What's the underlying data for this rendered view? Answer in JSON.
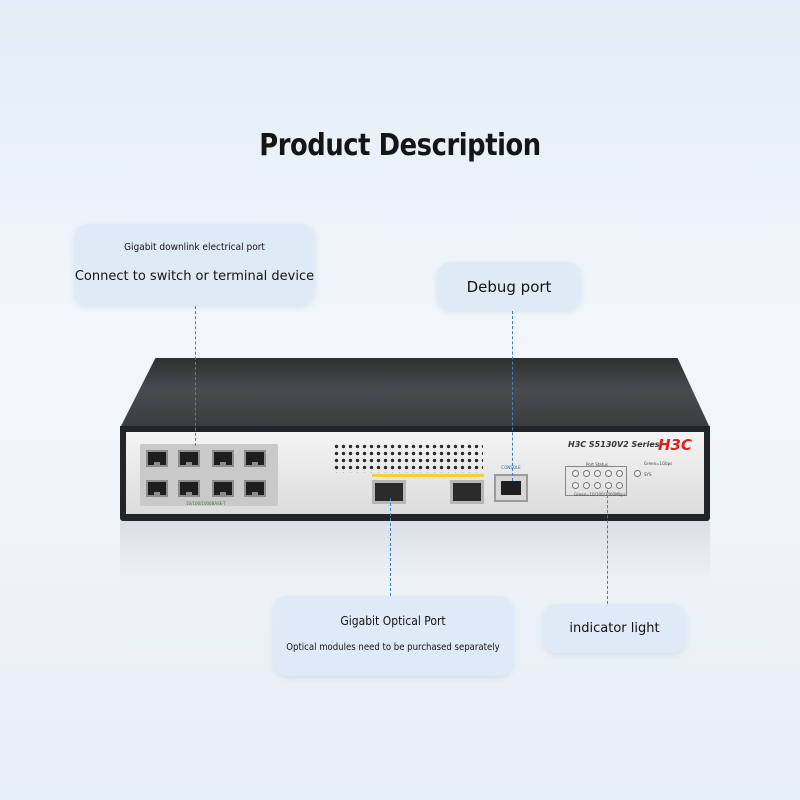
{
  "title": "Product Description",
  "callouts": {
    "electrical": {
      "title": "Gigabit downlink electrical port",
      "desc": "Connect to switch or terminal device"
    },
    "debug": {
      "title": "Debug port"
    },
    "optical": {
      "title": "Gigabit Optical Port",
      "desc": "Optical modules need to be purchased separately"
    },
    "indicator": {
      "title": "indicator light"
    }
  },
  "device": {
    "model": "H3C  S5130V2  Series",
    "logo": "H3C",
    "console_label": "CONSOLE",
    "port_status_label": "Port Status",
    "sys_label": "SYS",
    "led_legend_top": "Green=1Gbps",
    "led_legend_bottom": "Green=10/100/1000Mbps",
    "port_strip_label": "10/100/1000BASE-T"
  },
  "colors": {
    "accent_line": "#3b7fc8",
    "callout_bg": "#dce9f6",
    "logo_red": "#e02020"
  }
}
